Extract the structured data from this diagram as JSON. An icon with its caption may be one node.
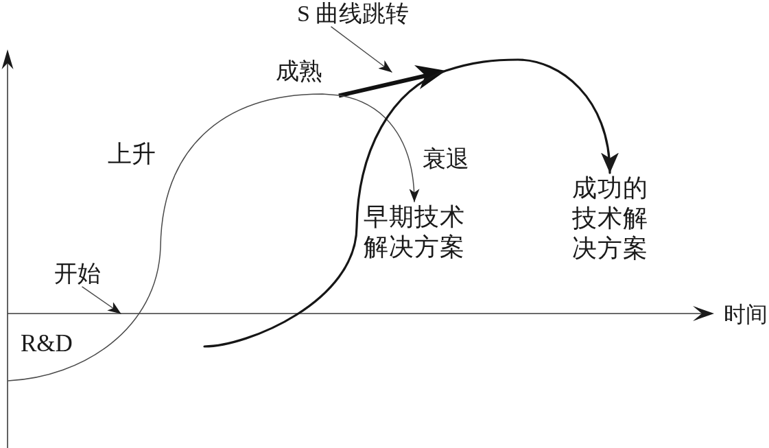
{
  "diagram": {
    "nodes": [
      {
        "text": [
          "S 曲线跳转"
        ]
      },
      {
        "text": [
          "早期技术解决方案"
        ]
      },
      {
        "text": [
          "成功的技术解决方案"
        ]
      },
      {
        "text": [
          "开始"
        ]
      }
    ],
    "edges": [
      {
        "from": null,
        "to": 1,
        "arrow": "to"
      },
      {
        "from": null,
        "to": 2,
        "arrow": "to",
        "style": "thick"
      },
      {
        "from": 0,
        "to": null,
        "arrow": "to"
      },
      {
        "from": 3,
        "to": null,
        "arrow": "to"
      }
    ],
    "labels": [
      "成熟",
      "上升",
      "衰退",
      "时间",
      "R&D"
    ]
  }
}
